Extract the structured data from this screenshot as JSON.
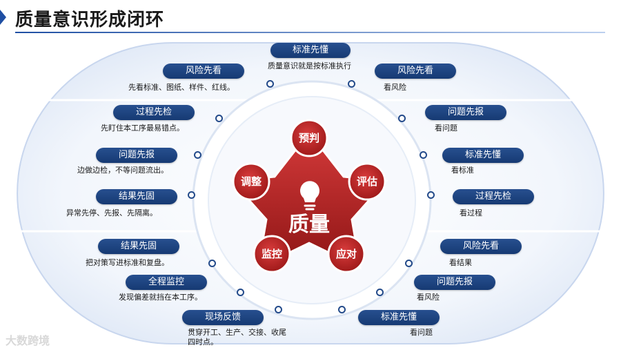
{
  "title": "质量意识形成闭环",
  "center": {
    "label": "质量",
    "icon": "lightbulb-icon"
  },
  "star_nodes": [
    "预判",
    "评估",
    "应对",
    "监控",
    "调整"
  ],
  "left_items": [
    {
      "label": "风险先看",
      "desc": "先看标准、图纸、样件、红线。"
    },
    {
      "label": "过程先检",
      "desc": "先盯住本工序最易错点。"
    },
    {
      "label": "问题先报",
      "desc": "边做边检，不等问题流出。"
    },
    {
      "label": "结果先固",
      "desc": "异常先停、先报、先隔离。"
    },
    {
      "label": "结果先固",
      "desc": "把对策写进标准和复盘。"
    },
    {
      "label": "全程监控",
      "desc": "发现偏差就挡在本工序。"
    },
    {
      "label": "现场反馈",
      "desc": "贯穿开工、生产、交接、收尾四时点。"
    }
  ],
  "top_item": {
    "label": "标准先懂",
    "desc": "质量意识就是按标准执行"
  },
  "right_items": [
    {
      "label": "风险先看",
      "desc": "看风险"
    },
    {
      "label": "问题先报",
      "desc": "看问题"
    },
    {
      "label": "标准先懂",
      "desc": "看标准"
    },
    {
      "label": "过程先检",
      "desc": "看过程"
    },
    {
      "label": "风险先看",
      "desc": "看结果"
    },
    {
      "label": "问题先报",
      "desc": "看风险"
    },
    {
      "label": "标准先懂",
      "desc": "看问题"
    }
  ],
  "watermark": "大数跨境",
  "colors": {
    "navy": "#1f3f78",
    "red": "#b32222",
    "band": "#e6eef9"
  }
}
